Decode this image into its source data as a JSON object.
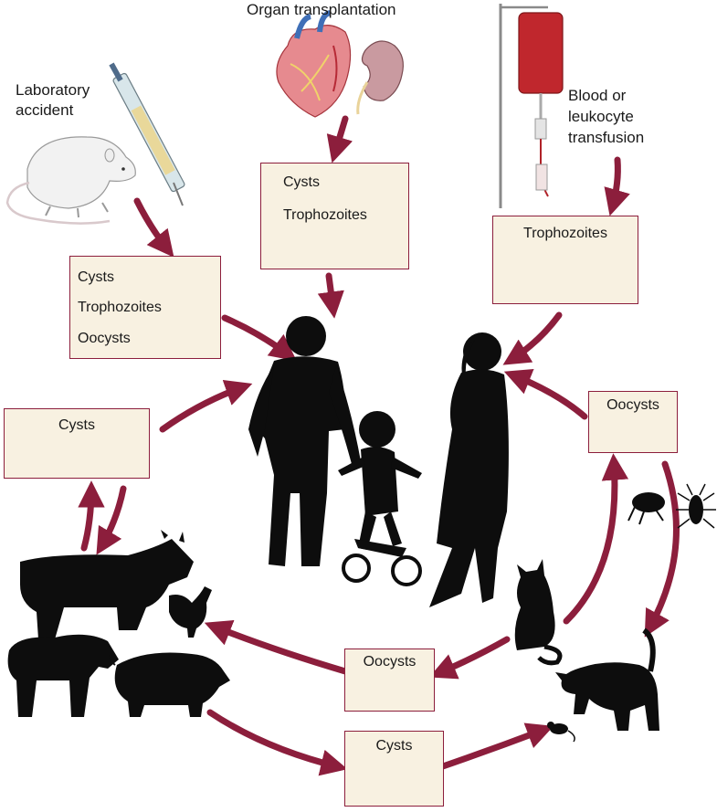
{
  "colors": {
    "arrow": "#8c1e3c",
    "box_fill": "#f8f1e1",
    "silhouette": "#0d0d0d",
    "cyst": "#e9a45c",
    "oocyst": "#d7262b",
    "trophozoite": "#9b8fd2",
    "muscle": "#f4b9b1"
  },
  "sources": {
    "organ_transplant": "Organ transplantation",
    "lab_accident_line1": "Laboratory",
    "lab_accident_line2": "accident",
    "transfusion_line1": "Blood or",
    "transfusion_line2": "leukocyte",
    "transfusion_line3": "transfusion"
  },
  "boxes": {
    "lab": {
      "cysts": "Cysts",
      "trophozoites": "Trophozoites",
      "oocysts": "Oocysts"
    },
    "organ": {
      "cysts": "Cysts",
      "trophozoites": "Trophozoites"
    },
    "transfusion": {
      "trophozoites": "Trophozoites"
    },
    "meat_cysts": {
      "title": "Cysts"
    },
    "environment_oocysts": {
      "title": "Oocysts"
    },
    "ground_oocysts": {
      "title": "Oocysts"
    },
    "rodent_cysts": {
      "title": "Cysts"
    }
  }
}
